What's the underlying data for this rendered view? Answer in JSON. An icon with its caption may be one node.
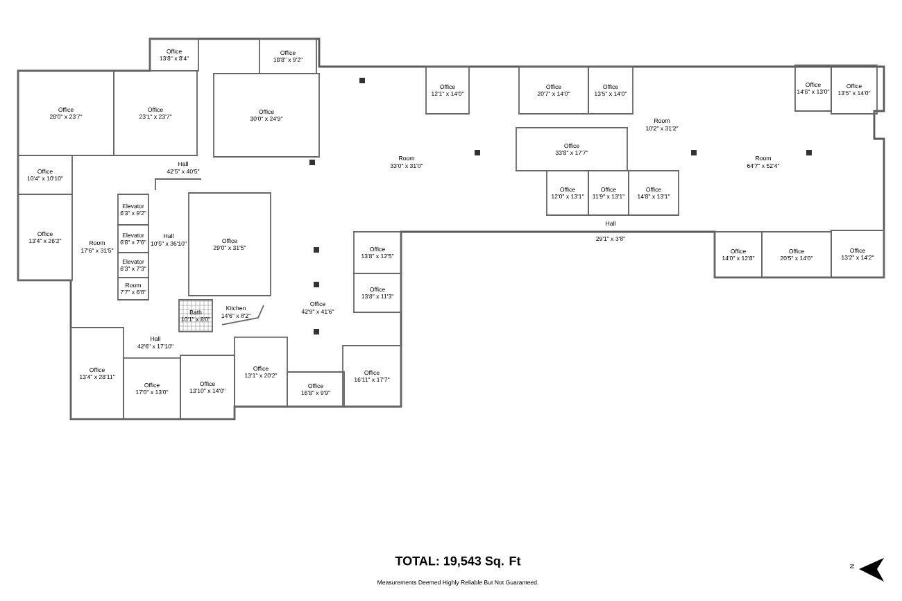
{
  "diagram": {
    "nodes": [
      {
        "text": [
          "Office",
          "13'8\" x 8'4\""
        ]
      },
      {
        "text": [
          "Office",
          "18'8\" x 9'2\""
        ]
      },
      {
        "text": [
          "Office",
          "28'0\" x 23'7\""
        ]
      },
      {
        "text": [
          "Office",
          "23'1\" x 23'7\""
        ]
      },
      {
        "text": [
          "Office",
          "30'0\" x 24'9\""
        ]
      },
      {
        "text": [
          "Office",
          "12'1\" x 14'0\""
        ]
      },
      {
        "text": [
          "Office",
          "20'7\" x 14'0\""
        ]
      },
      {
        "text": [
          "Office",
          "13'5\" x 14'0\""
        ]
      },
      {
        "text": [
          "Office",
          "14'6\" x 13'0\""
        ]
      },
      {
        "text": [
          "Office",
          "13'5\" x 14'0\""
        ]
      },
      {
        "text": [
          "Office",
          "10'4\" x 10'10\""
        ]
      },
      {
        "text": [
          "Office",
          "33'8\" x 17'7\""
        ]
      },
      {
        "text": [
          "Office",
          "12'0\" x 13'1\""
        ]
      },
      {
        "text": [
          "Office",
          "11'9\" x 13'1\""
        ]
      },
      {
        "text": [
          "Office",
          "14'8\" x 13'1\""
        ]
      },
      {
        "text": [
          "Office",
          "13'4\" x 26'2\""
        ]
      },
      {
        "text": [
          "Elevator",
          "6'3\" x 9'2\""
        ]
      },
      {
        "text": [
          "Elevator",
          "6'8\" x 7'6\""
        ]
      },
      {
        "text": [
          "Elevator",
          "6'3\" x 7'3\""
        ]
      },
      {
        "text": [
          "Room",
          "7'7\" x 6'8\""
        ]
      },
      {
        "text": [
          "Office",
          "29'0\" x 31'5\""
        ]
      },
      {
        "text": [
          "Bath",
          "10'1\" x 8'0\""
        ]
      },
      {
        "text": [
          "Office",
          "13'8\" x 12'5\""
        ]
      },
      {
        "text": [
          "Office",
          "13'8\" x 11'3\""
        ]
      },
      {
        "text": [
          "Office",
          "14'0\" x 12'8\""
        ]
      },
      {
        "text": [
          "Office",
          "20'5\" x 14'0\""
        ]
      },
      {
        "text": [
          "Office",
          "13'2\" x 14'2\""
        ]
      },
      {
        "text": [
          "Office",
          "13'4\" x 28'11\""
        ]
      },
      {
        "text": [
          "Office",
          "17'0\" x 13'0\""
        ]
      },
      {
        "text": [
          "Office",
          "13'10\" x 14'0\""
        ]
      },
      {
        "text": [
          "Office",
          "13'1\" x 20'2\""
        ]
      },
      {
        "text": [
          "Office",
          "16'8\" x 9'9\""
        ]
      },
      {
        "text": [
          "Office",
          "16'11\" x 17'7\""
        ]
      }
    ],
    "labels": [
      "Hall",
      "42'5\" x 40'5\"",
      "Room",
      "33'0\" x 31'0\"",
      "Room",
      "10'2\" x 31'2\"",
      "Room",
      "64'7\" x 52'4\"",
      "Hall",
      "29'1\" x 3'8\"",
      "Room",
      "17'6\" x 31'5\"",
      "Hall",
      "10'5\" x 36'10\"",
      "Kitchen",
      "14'6\" x 8'2\"",
      "Office",
      "42'9\" x 41'6\"",
      "Hall",
      "42'6\" x 17'10\"",
      "TOTAL: 19,543 Sq. Ft",
      "Measurements Deemed Highly Reliable But Not Guaranteed.",
      "N"
    ]
  }
}
